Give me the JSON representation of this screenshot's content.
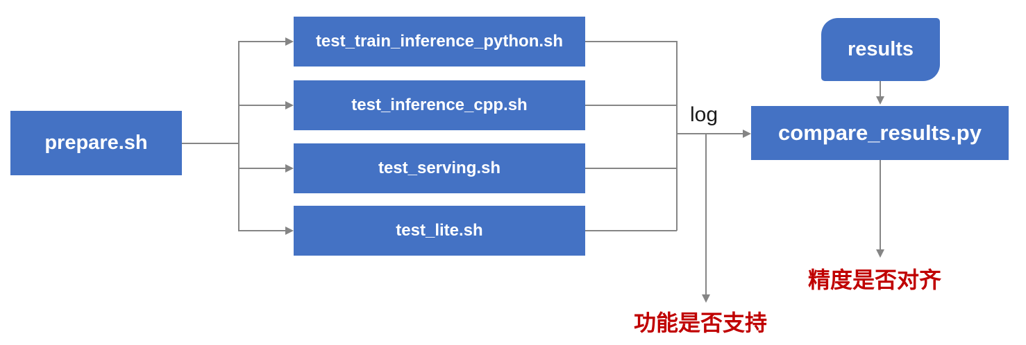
{
  "nodes": {
    "prepare": {
      "label": "prepare.sh"
    },
    "tests": [
      {
        "label": "test_train_inference_python.sh"
      },
      {
        "label": "test_inference_cpp.sh"
      },
      {
        "label": "test_serving.sh"
      },
      {
        "label": "test_lite.sh"
      }
    ],
    "results": {
      "label": "results"
    },
    "compare": {
      "label": "compare_results.py"
    }
  },
  "edge_labels": {
    "log": "log"
  },
  "annotations": {
    "function_support": "功能是否支持",
    "precision_alignment": "精度是否对齐"
  },
  "colors": {
    "node_fill": "#4472C4",
    "node_text": "#FFFFFF",
    "connector": "#858585",
    "edge_label": "#1A1A1A",
    "annotation": "#C00000"
  }
}
